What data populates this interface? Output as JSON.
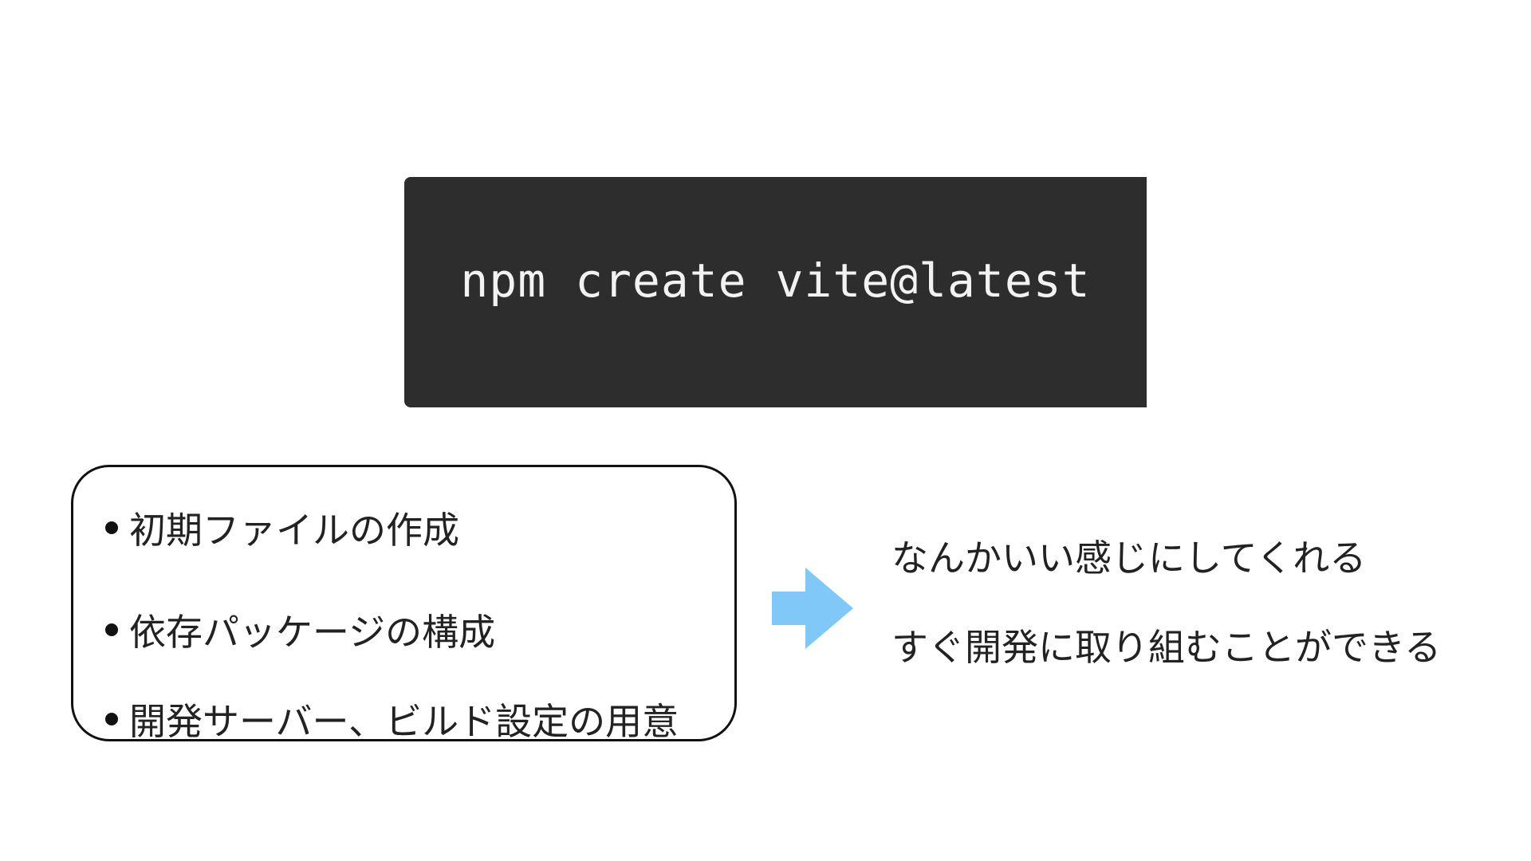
{
  "command": {
    "text": "npm create vite@latest",
    "background": "#2d2d2d",
    "foreground": "#f2f2f2"
  },
  "steps": {
    "items": [
      "初期ファイルの作成",
      "依存パッケージの構成",
      "開発サーバー、ビルド設定の用意"
    ]
  },
  "arrow": {
    "icon": "right-arrow-icon",
    "color": "#80c8f8"
  },
  "results": {
    "lines": [
      "なんかいい感じにしてくれる",
      "すぐ開発に取り組むことができる"
    ]
  }
}
